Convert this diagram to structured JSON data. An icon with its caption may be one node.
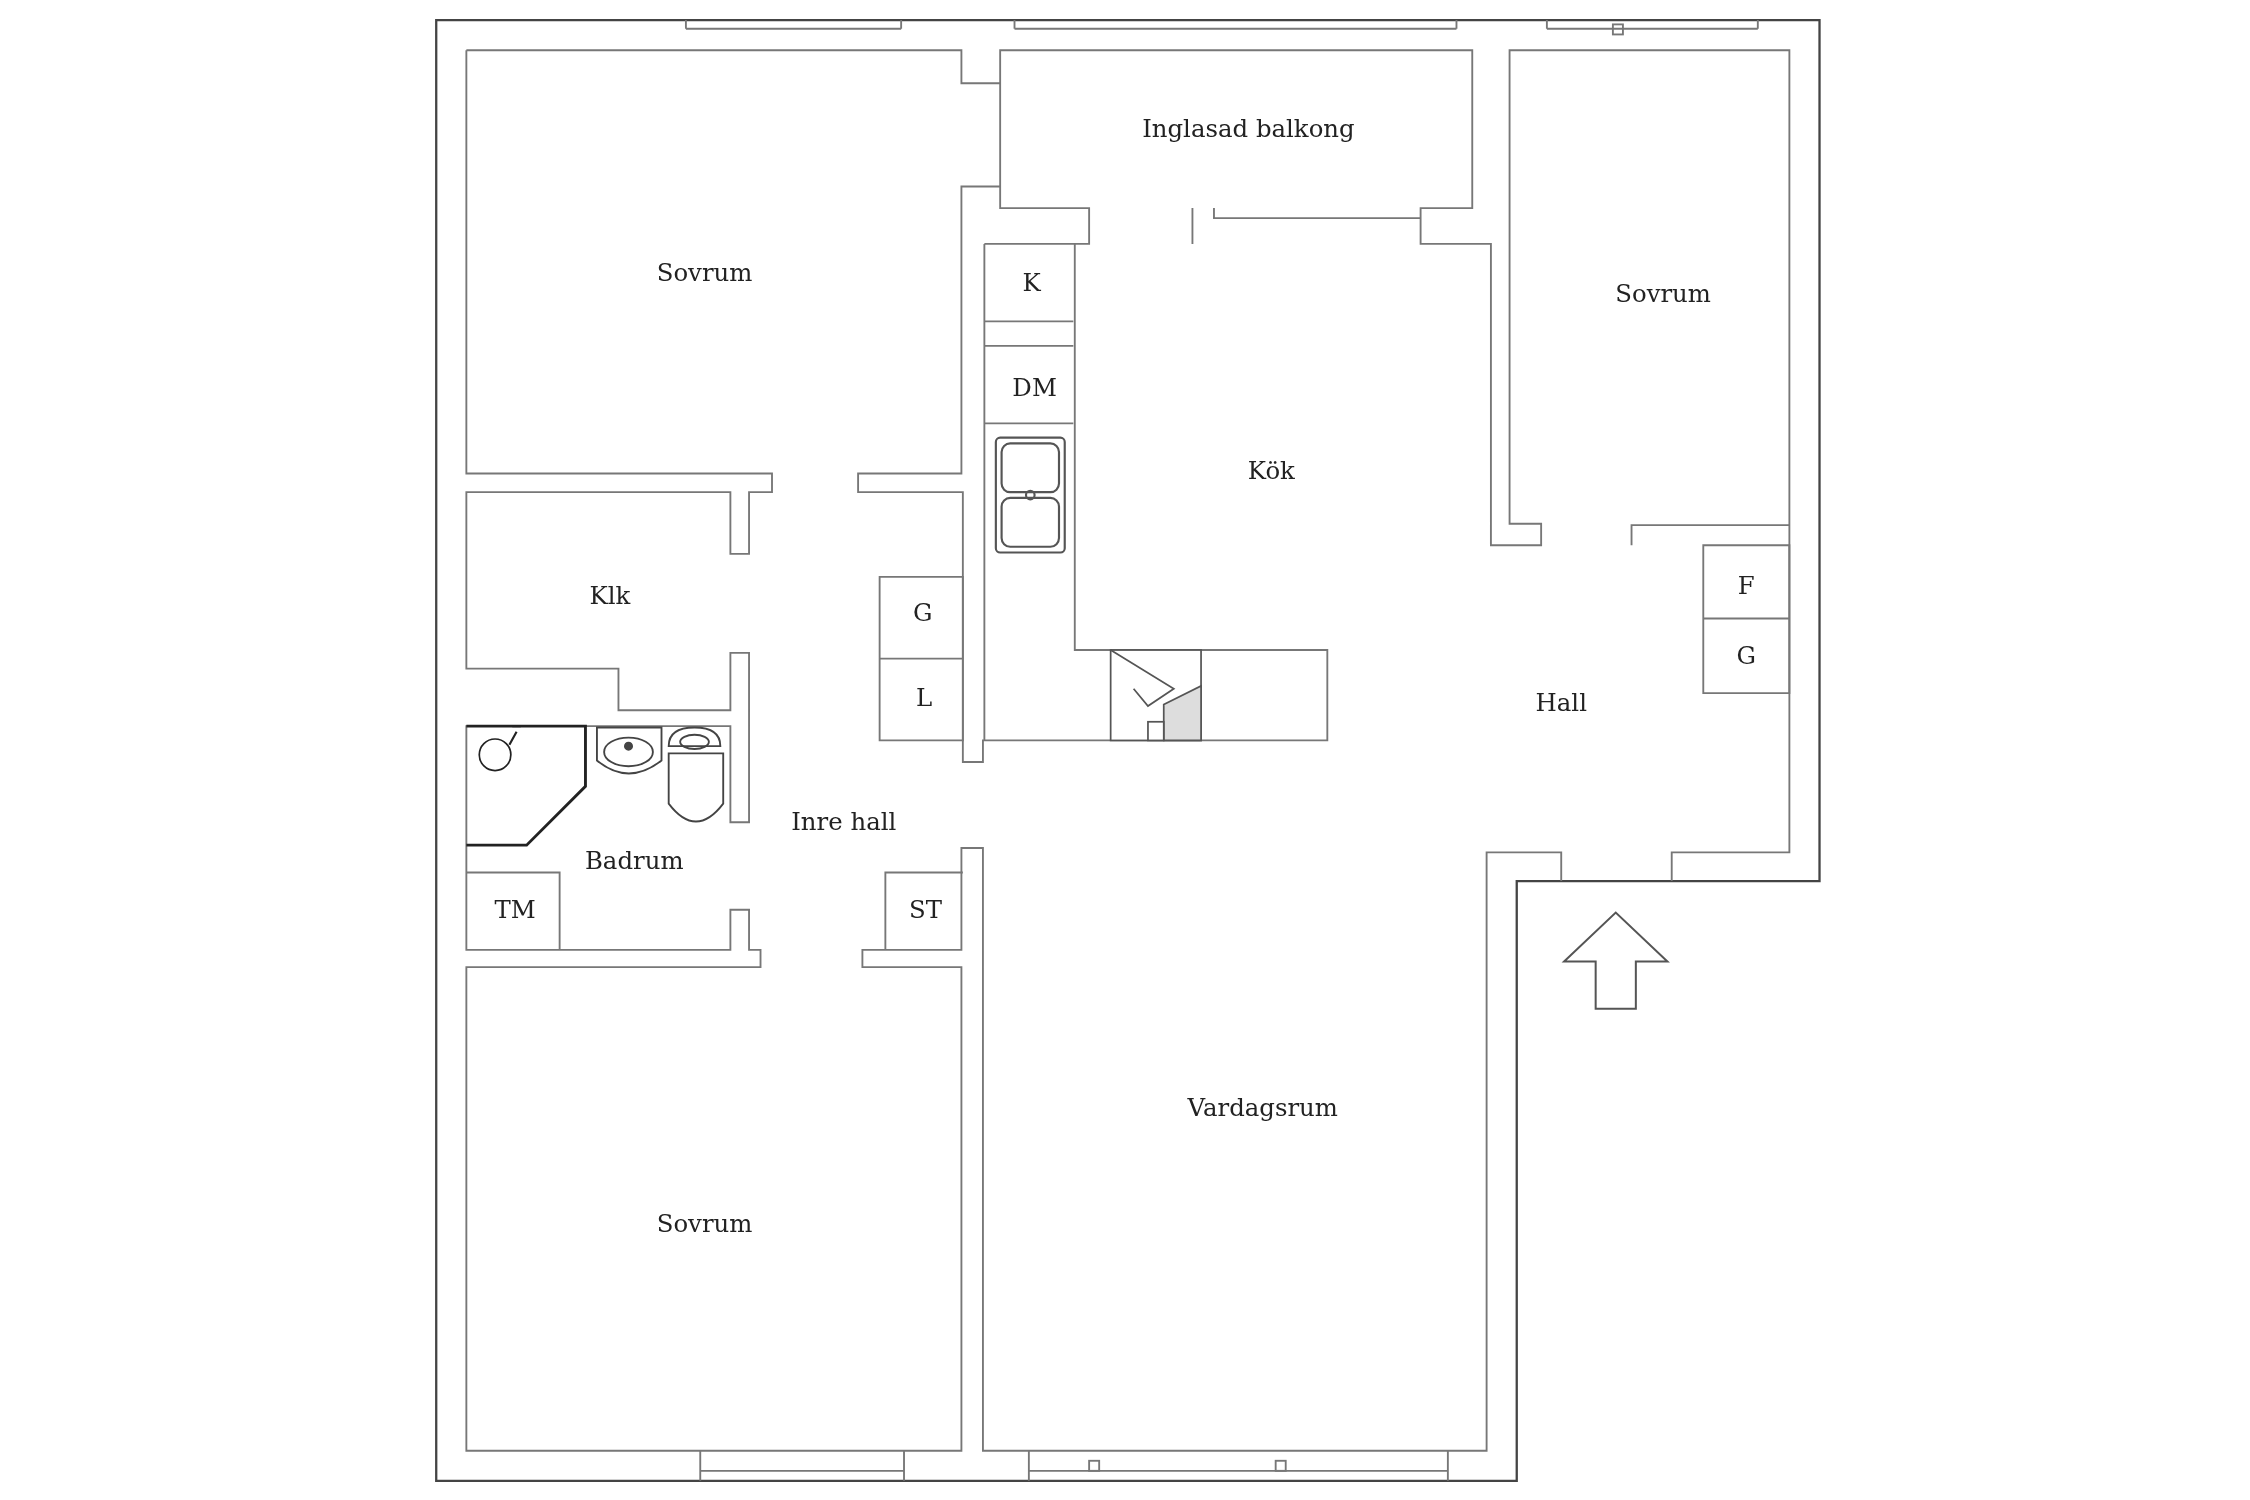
{
  "diagram": {
    "labels": [
      "Inglasad balkong",
      "Sovrum",
      "K",
      "Sovrum",
      "DM",
      "Kök",
      "F",
      "Klk",
      "G",
      "G",
      "L",
      "Hall",
      "Inre hall",
      "Badrum",
      "TM",
      "ST",
      "Vardagsrum",
      "Sovrum"
    ]
  }
}
